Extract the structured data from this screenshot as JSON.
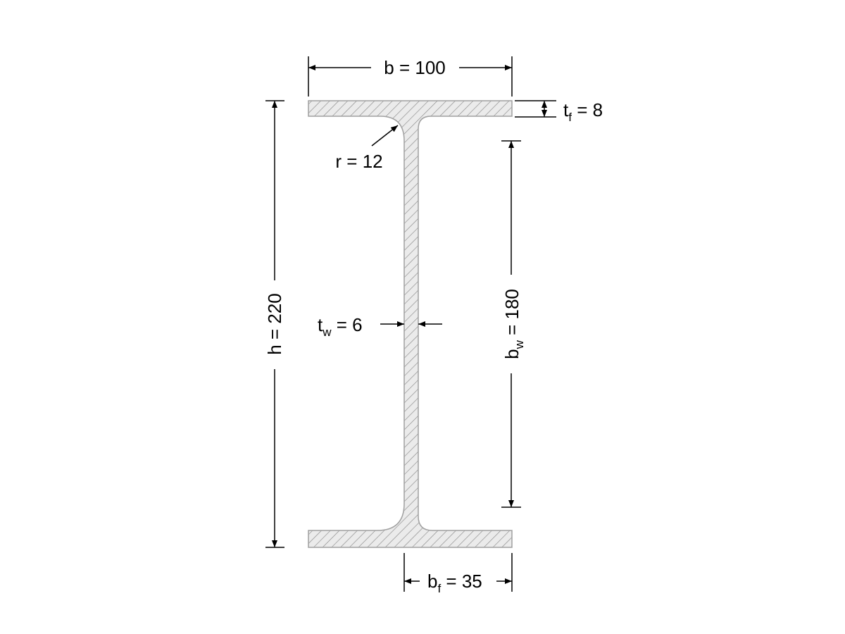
{
  "labels": {
    "b": {
      "symbol": "b",
      "subscript": "",
      "value": "100"
    },
    "tf": {
      "symbol": "t",
      "subscript": "f",
      "value": "8"
    },
    "r": {
      "symbol": "r",
      "subscript": "",
      "value": "12"
    },
    "h": {
      "symbol": "h",
      "subscript": "",
      "value": "220"
    },
    "tw": {
      "symbol": "t",
      "subscript": "w",
      "value": "6"
    },
    "bw": {
      "symbol": "b",
      "subscript": "w",
      "value": "180"
    },
    "bf": {
      "symbol": "b",
      "subscript": "f",
      "value": "35"
    }
  },
  "equals": " = ",
  "colors": {
    "section_fill": "#ebebeb",
    "section_outline": "#a0a0a0",
    "hatch": "#8a8a8a",
    "line": "#000000"
  }
}
